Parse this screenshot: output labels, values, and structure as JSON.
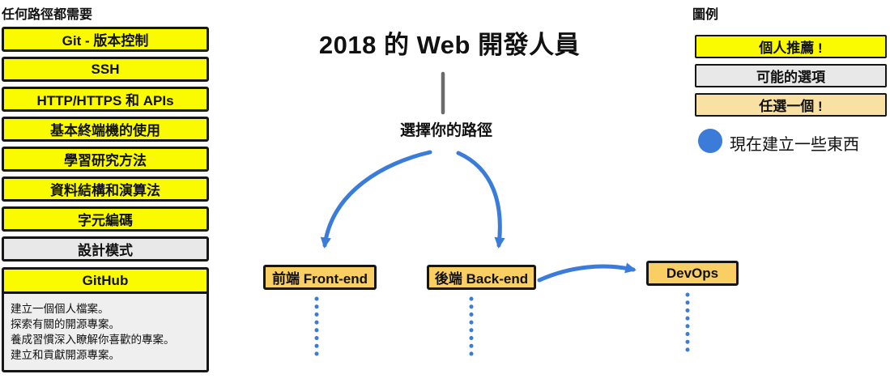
{
  "left_panel": {
    "title": "任何路徑都需要",
    "items": [
      {
        "label": "Git - 版本控制",
        "type": "recommended"
      },
      {
        "label": "SSH",
        "type": "recommended"
      },
      {
        "label": "HTTP/HTTPS 和 APIs",
        "type": "recommended"
      },
      {
        "label": "基本終端機的使用",
        "type": "recommended"
      },
      {
        "label": "學習研究方法",
        "type": "recommended"
      },
      {
        "label": "資料結構和演算法",
        "type": "recommended"
      },
      {
        "label": "字元編碼",
        "type": "recommended"
      },
      {
        "label": "設計模式",
        "type": "possible"
      }
    ],
    "github": {
      "title": "GitHub",
      "notes": [
        "建立一個個人檔案。",
        "探索有關的開源專案。",
        "養成習慣深入瞭解你喜歡的專案。",
        "建立和貢獻開源專案。"
      ]
    }
  },
  "center": {
    "title": "2018 的 Web 開發人員",
    "choose_path_label": "選擇你的路徑",
    "path_boxes": [
      {
        "label": "前端 Front-end"
      },
      {
        "label": "後端 Back-end"
      },
      {
        "label": "DevOps"
      }
    ]
  },
  "legend": {
    "title": "圖例",
    "items": [
      {
        "label": "個人推薦 !",
        "type": "recommended"
      },
      {
        "label": "可能的選項",
        "type": "possible"
      },
      {
        "label": "任選一個 !",
        "type": "pick_one"
      }
    ],
    "build_something_label": "現在建立一些東西"
  },
  "colors": {
    "recommended_yellow": "#FBFB00",
    "possible_gray": "#E8E8E8",
    "pick_one_tan": "#F9E1A3",
    "path_box_amber": "#F9CE62",
    "accent_blue": "#3B7CD9",
    "box_border": "#161616",
    "connector_gray": "#6B6B6B",
    "github_body_bg": "#EFEFEF"
  }
}
